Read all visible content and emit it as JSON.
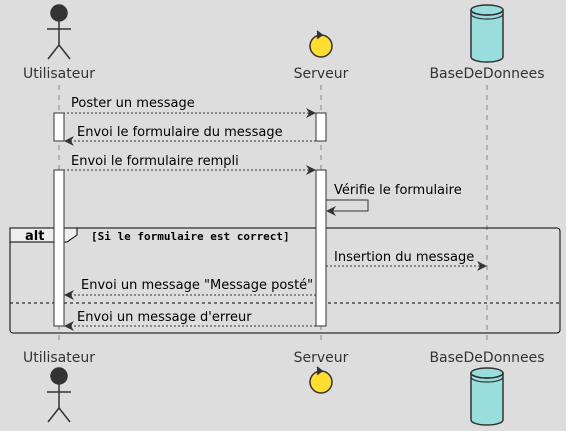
{
  "diagram": {
    "type": "sequence",
    "participants": [
      {
        "label": "Utilisateur",
        "kind": "actor"
      },
      {
        "label": "Serveur",
        "kind": "control"
      },
      {
        "label": "BaseDeDonnees",
        "kind": "database"
      }
    ],
    "messages": [
      {
        "from": "Utilisateur",
        "to": "Serveur",
        "label": "Poster un message",
        "style": "dashed"
      },
      {
        "from": "Serveur",
        "to": "Utilisateur",
        "label": "Envoi le formulaire du message",
        "style": "dashed"
      },
      {
        "from": "Utilisateur",
        "to": "Serveur",
        "label": "Envoi le formulaire rempli",
        "style": "dashed"
      },
      {
        "from": "Serveur",
        "to": "Serveur",
        "label": "Vérifie le formulaire",
        "style": "solid"
      },
      {
        "from": "Serveur",
        "to": "BaseDeDonnees",
        "label": "Insertion du message",
        "style": "dashed"
      },
      {
        "from": "Serveur",
        "to": "Utilisateur",
        "label": "Envoi un message \"Message posté\"",
        "style": "dashed"
      },
      {
        "from": "Serveur",
        "to": "Utilisateur",
        "label": "Envoi un message d'erreur",
        "style": "dashed"
      }
    ],
    "alt_fragment": {
      "keyword": "alt",
      "guard": "[Si le formulaire est correct]"
    }
  },
  "colors": {
    "background": "#dddddd",
    "line": "#333333",
    "lifeline": "#888888",
    "control_fill": "#ffdd33",
    "database_fill": "#99dddd",
    "actor_fill": "#333333",
    "activation_fill": "#ffffff"
  },
  "icons": {
    "actor": "stick-figure-icon",
    "control": "control-circle-icon",
    "database": "database-cylinder-icon"
  }
}
